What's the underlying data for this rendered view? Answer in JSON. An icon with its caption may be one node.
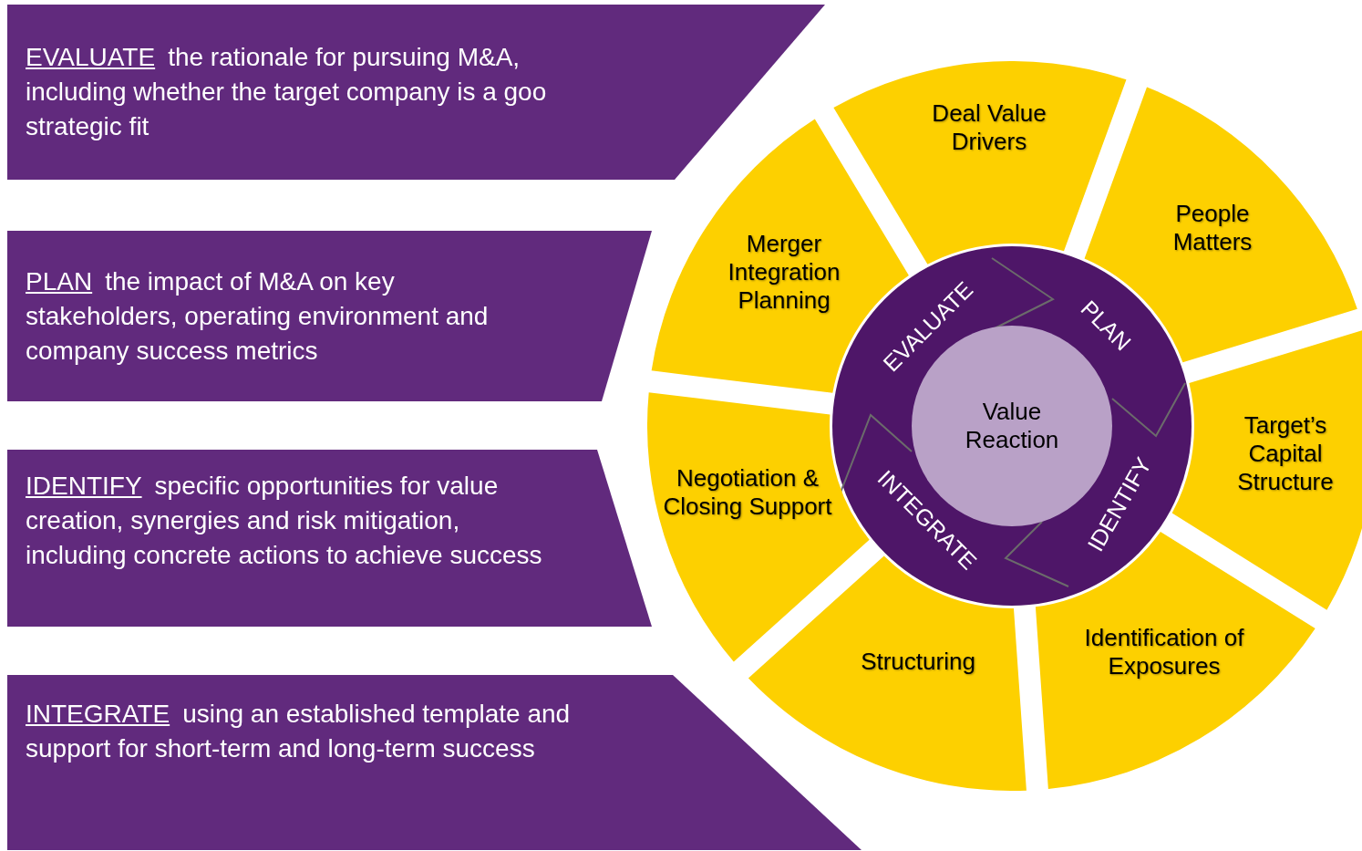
{
  "diagram": {
    "nodes": [
      {
        "text": [
          "EVALUATE",
          "the rationale for pursuing M&A, including whether the target company is a goo strategic fit"
        ]
      },
      {
        "text": [
          "PLAN",
          "the impact of M&A on key stakeholders, operating environment and company success metrics"
        ]
      },
      {
        "text": [
          "IDENTIFY",
          "specific opportunities for value creation, synergies and risk mitigation, including concrete actions to achieve success"
        ]
      },
      {
        "text": [
          "INTEGRATE",
          "using an established template and support for short-term and long-term success"
        ]
      },
      {
        "text": [
          "Merger Integration Planning"
        ]
      },
      {
        "text": [
          "Deal Value Drivers"
        ]
      },
      {
        "text": [
          "People Matters"
        ]
      },
      {
        "text": [
          "Target’s Capital Structure"
        ]
      },
      {
        "text": [
          "Identification of Exposures"
        ]
      },
      {
        "text": [
          "Structuring"
        ]
      },
      {
        "text": [
          "Negotiation & Closing Support"
        ]
      },
      {
        "text": [
          "EVALUATE"
        ]
      },
      {
        "text": [
          "PLAN"
        ]
      },
      {
        "text": [
          "IDENTIFY"
        ]
      },
      {
        "text": [
          "INTEGRATE"
        ]
      },
      {
        "text": [
          "Value Reaction"
        ]
      }
    ],
    "edges": []
  }
}
